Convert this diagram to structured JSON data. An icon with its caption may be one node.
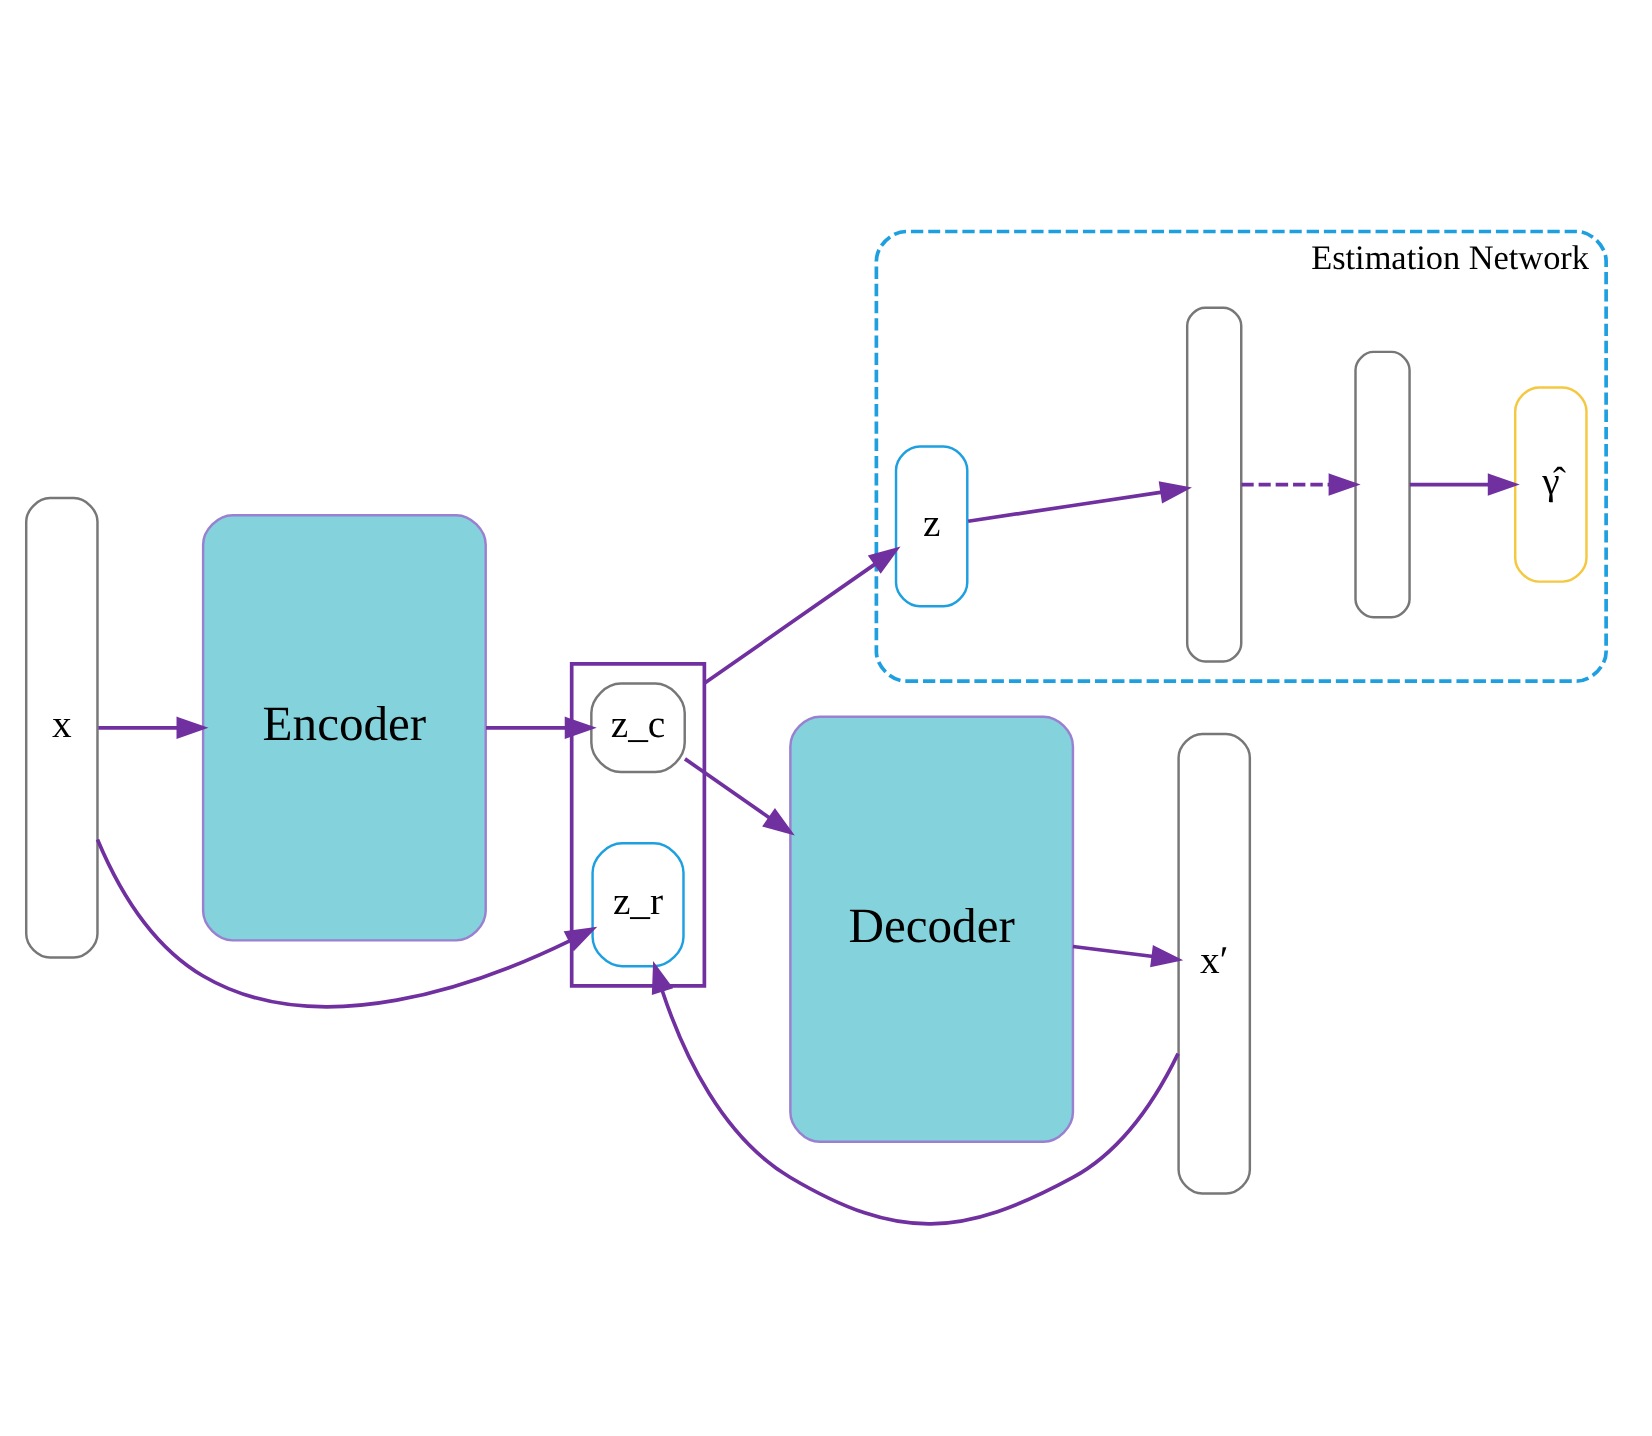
{
  "diagram": {
    "nodes": [
      {
        "text": [
          "x"
        ]
      },
      {
        "text": [
          "Encoder"
        ]
      },
      {
        "text": [],
        "shape": "box"
      },
      {
        "text": [
          "z_c"
        ],
        "in": 2
      },
      {
        "text": [
          "z_r"
        ],
        "in": 2
      },
      {
        "text": [
          "Decoder"
        ]
      },
      {
        "text": [
          "x′"
        ]
      },
      {
        "text": [
          "Estimation Network"
        ]
      },
      {
        "text": [
          "z"
        ],
        "in": 7
      },
      {
        "text": [],
        "shape": "box",
        "in": 7
      },
      {
        "text": [],
        "shape": "box",
        "in": 7
      },
      {
        "text": [
          "γ̂"
        ],
        "in": 7
      }
    ],
    "edges": [
      {
        "from": 0,
        "to": 1,
        "arrow": "to"
      },
      {
        "from": 1,
        "to": 3,
        "arrow": "to"
      },
      {
        "from": 3,
        "to": 5,
        "arrow": "to"
      },
      {
        "from": 5,
        "to": 6,
        "arrow": "to"
      },
      {
        "from": 0,
        "to": 4,
        "arrow": "to"
      },
      {
        "from": 6,
        "to": 4,
        "arrow": "to"
      },
      {
        "from": 2,
        "to": 8,
        "arrow": "to"
      },
      {
        "from": 8,
        "to": 9,
        "arrow": "to"
      },
      {
        "from": 9,
        "to": 10,
        "arrow": "to",
        "style": "dashed"
      },
      {
        "from": 10,
        "to": 11,
        "arrow": "to"
      }
    ]
  }
}
